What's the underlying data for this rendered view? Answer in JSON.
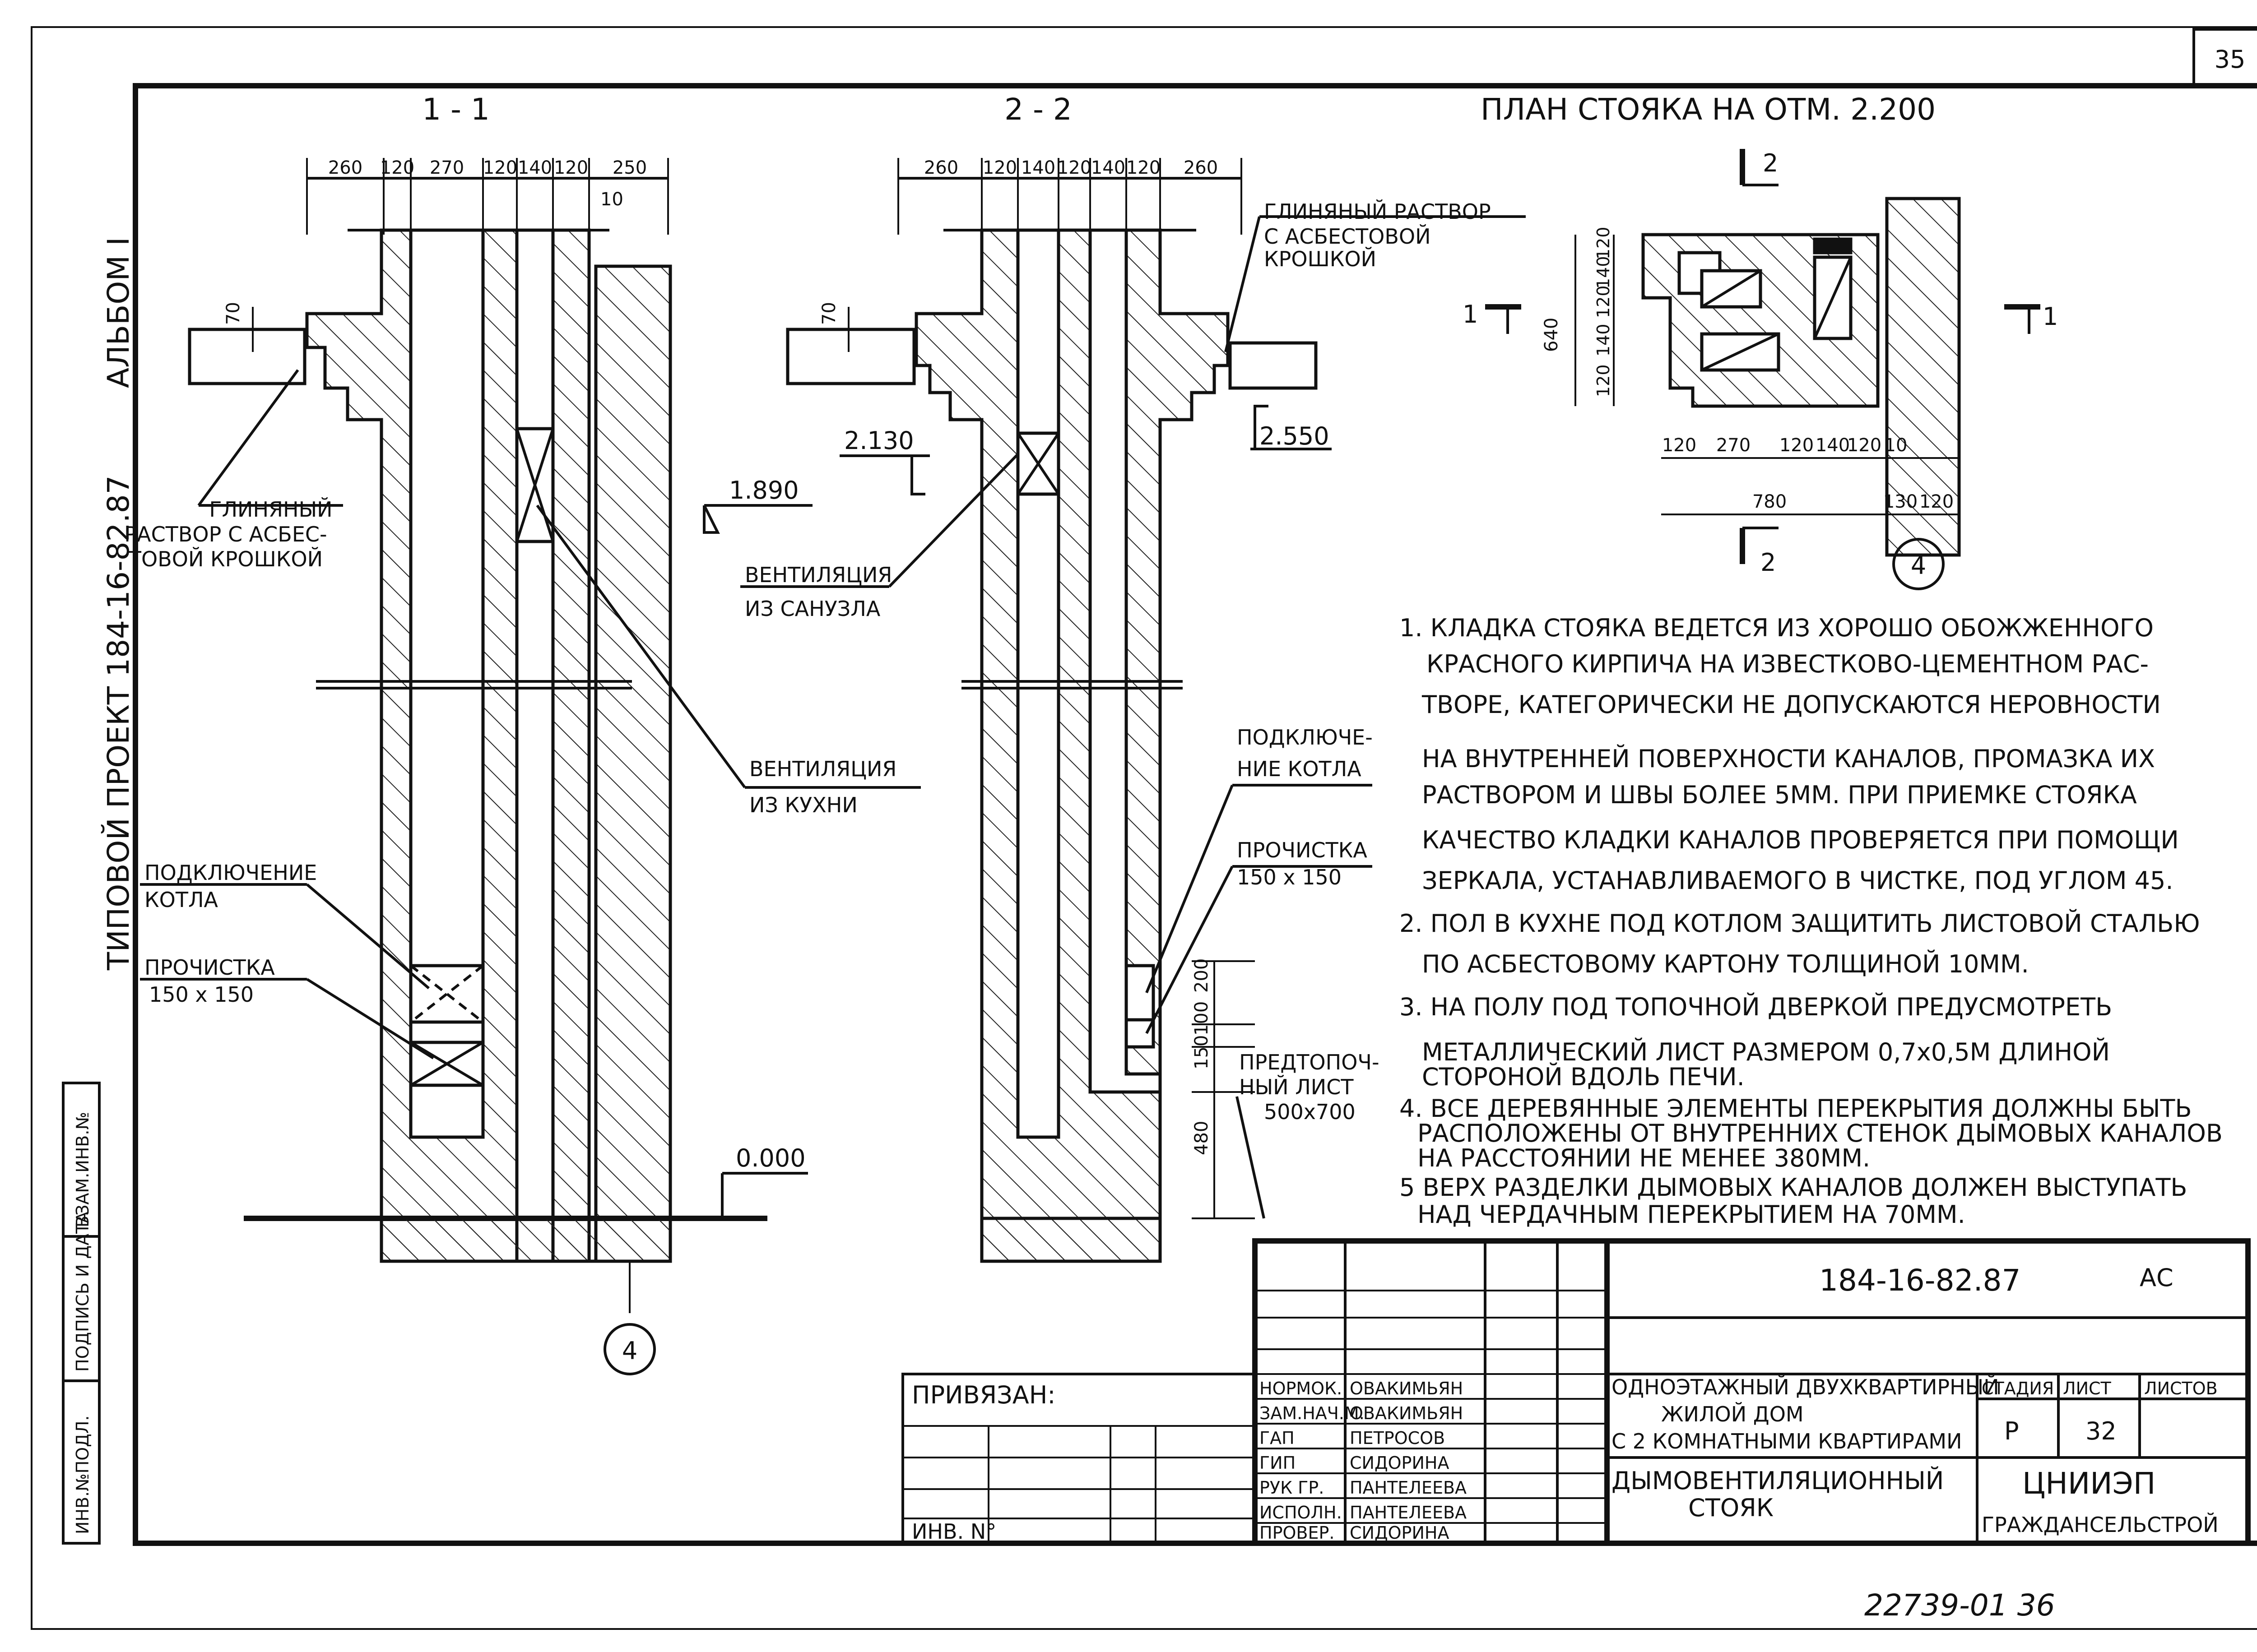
{
  "sheet_number": "35",
  "sheet_number_bottom": "22739-01  36",
  "side_labels": {
    "album": "АЛЬБОМ I",
    "project": "ТИПОВОЙ ПРОЕКТ 184-16-82.87",
    "stamp_cells": [
      "ИНВ.№ПОДЛ.",
      "ПОДПИСЬ И ДАТА",
      "ВЗАМ.ИНВ.№"
    ]
  },
  "section_1": {
    "title": "1 - 1",
    "dims_top": [
      "260",
      "120",
      "270",
      "120",
      "140",
      "120",
      "250"
    ],
    "dim_10": "10",
    "dim_70": "70",
    "label_clay": [
      "ГЛИНЯНЫЙ",
      "РАСТВОР С АСБЕС-",
      "ТОВОЙ КРОШКОЙ"
    ],
    "label_boiler": [
      "ПОДКЛЮЧЕНИЕ",
      "КОТЛА"
    ],
    "label_clean": [
      "ПРОЧИСТКА",
      "150 x 150"
    ],
    "mark_1890": "1.890",
    "mark_0000": "0.000",
    "label_vent_wc": [
      "ВЕНТИЛЯЦИЯ",
      "ИЗ САНУЗЛА"
    ],
    "label_vent_kitchen": [
      "ВЕНТИЛЯЦИЯ",
      "ИЗ КУХНИ"
    ],
    "axis": "4"
  },
  "section_2": {
    "title": "2 - 2",
    "dims_top": [
      "260",
      "120",
      "140",
      "120",
      "140",
      "120",
      "260"
    ],
    "dim_70": "70",
    "mark_2130": "2.130",
    "mark_2550": "2.550",
    "label_clay": [
      "ГЛИНЯНЫЙ РАСТВОР",
      "С АСБЕСТОВОЙ",
      "КРОШКОЙ"
    ],
    "label_boiler": [
      "ПОДКЛЮЧЕ-",
      "НИЕ КОТЛА"
    ],
    "label_clean": [
      "ПРОЧИСТКА",
      "150 x 150"
    ],
    "label_prefire": [
      "ПРЕДТОПОЧ-",
      "НЫЙ ЛИСТ",
      "500x700"
    ],
    "dims_side": [
      "200",
      "100",
      "150",
      "480"
    ]
  },
  "plan": {
    "title": "ПЛАН СТОЯКА  НА ОТМ. 2.200",
    "cut_2": "2",
    "cut_1": "1",
    "dim_640": "640",
    "dims_vert": [
      "120",
      "140",
      "120",
      "140",
      "120"
    ],
    "dims_bottom": [
      "120",
      "270",
      "120",
      "140",
      "120",
      "10"
    ],
    "dim_780": "780",
    "dims_bottom2": [
      "130",
      "120"
    ],
    "axis": "4"
  },
  "notes": [
    "1. КЛАДКА СТОЯКА ВЕДЕТСЯ ИЗ ХОРОШО  ОБОЖЖЕННОГО",
    "КРАСНОГО КИРПИЧА  НА ИЗВЕСТКОВО-ЦЕМЕНТНОМ РАС-",
    "ТВОРЕ, КАТЕГОРИЧЕСКИ НЕ ДОПУСКАЮТСЯ  НЕРОВНОСТИ",
    "НА ВНУТРЕННЕЙ  ПОВЕРХНОСТИ КАНАЛОВ, ПРОМАЗКА ИХ",
    "РАСТВОРОМ И ШВЫ БОЛЕЕ 5ММ. ПРИ ПРИЕМКЕ СТОЯКА",
    "КАЧЕСТВО КЛАДКИ КАНАЛОВ ПРОВЕРЯЕТСЯ ПРИ ПОМОЩИ",
    "ЗЕРКАЛА, УСТАНАВЛИВАЕМОГО В ЧИСТКЕ, ПОД УГЛОМ 45.",
    "2. ПОЛ В КУХНЕ ПОД КОТЛОМ ЗАЩИТИТЬ ЛИСТОВОЙ СТАЛЬЮ",
    "ПО АСБЕСТОВОМУ КАРТОНУ   ТОЛЩИНОЙ 10ММ.",
    "3. НА ПОЛУ ПОД ТОПОЧНОЙ ДВЕРКОЙ ПРЕДУСМОТРЕТЬ",
    "МЕТАЛЛИЧЕСКИЙ ЛИСТ РАЗМЕРОМ 0,7x0,5М ДЛИНОЙ",
    "СТОРОНОЙ  ВДОЛЬ ПЕЧИ.",
    "4. ВСЕ ДЕРЕВЯННЫЕ ЭЛЕМЕНТЫ ПЕРЕКРЫТИЯ ДОЛЖНЫ БЫТЬ",
    "РАСПОЛОЖЕНЫ ОТ ВНУТРЕННИХ СТЕНОК ДЫМОВЫХ КАНАЛОВ",
    "НА РАССТОЯНИИ НЕ МЕНЕЕ 380ММ.",
    "5 ВЕРХ РАЗДЕЛКИ ДЫМОВЫХ КАНАЛОВ  ДОЛЖЕН ВЫСТУПАТЬ",
    "НАД ЧЕРДАЧНЫМ ПЕРЕКРЫТИЕМ НА 70ММ."
  ],
  "title_block": {
    "code": "184-16-82.87",
    "code_suffix": "АС",
    "privyazan": "ПРИВЯЗАН:",
    "inv_no": "ИНВ. N°",
    "roles": [
      "НОРМОК.",
      "ЗАМ.НАЧ.М.",
      "ГАП",
      "ГИП",
      "РУК ГР.",
      "ИСПОЛН.",
      "ПРОВЕР."
    ],
    "names": [
      "ОВАКИМЬЯН",
      "ОВАКИМЬЯН",
      "ПЕТРОСОВ",
      "СИДОРИНА",
      "ПАНТЕЛЕЕВА",
      "ПАНТЕЛЕЕВА",
      "СИДОРИНА"
    ],
    "project_name": [
      "ОДНОЭТАЖНЫЙ ДВУХКВАРТИРНЫЙ",
      "ЖИЛОЙ ДОМ",
      "С 2 КОМНАТНЫМИ КВАРТИРАМИ"
    ],
    "sheet_title": [
      "ДЫМОВЕНТИЛЯЦИОННЫЙ",
      "СТОЯК"
    ],
    "col_stage": "СТАДИЯ",
    "col_sheet": "ЛИСТ",
    "col_sheets": "ЛИСТОВ",
    "stage": "Р",
    "sheet": "32",
    "org": [
      "ЦНИИЭП",
      "ГРАЖДАНСЕЛЬСТРОЙ"
    ]
  }
}
